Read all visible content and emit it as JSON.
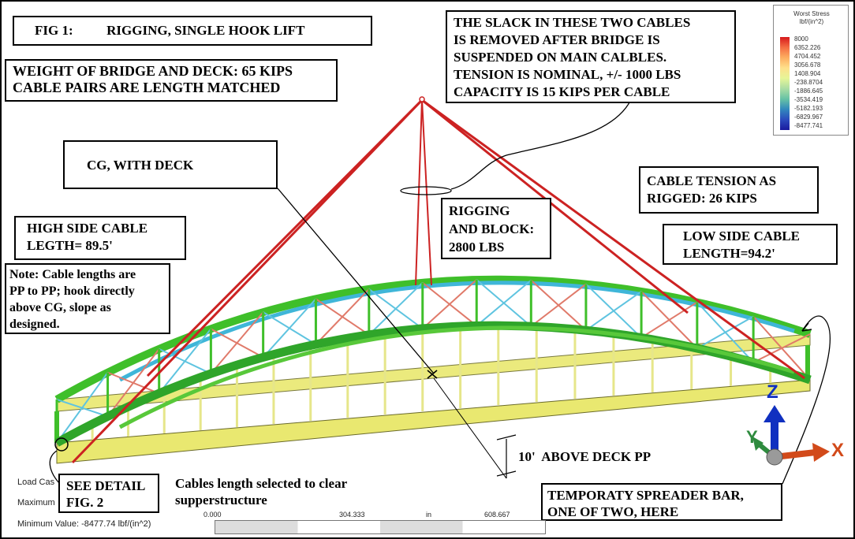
{
  "labels": {
    "fig_title": "FIG 1:          RIGGING, SINGLE HOOK LIFT",
    "weight_note": "WEIGHT OF BRIDGE AND DECK: 65 KIPS\nCABLE PAIRS ARE LENGTH MATCHED",
    "slack_note": "THE SLACK IN THESE TWO CABLES\nIS REMOVED AFTER BRIDGE IS\nSUSPENDED ON MAIN CALBLES.\nTENSION IS NOMINAL, +/- 1000 LBS\nCAPACITY IS 15 KIPS PER CABLE",
    "cg_label": "CG, WITH DECK",
    "cable_tension": "CABLE TENSION AS\nRIGGED: 26 KIPS",
    "rigging_block": "RIGGING\nAND BLOCK:\n2800 LBS",
    "high_side": "HIGH SIDE CABLE\nLEGTH= 89.5'",
    "low_side": "LOW SIDE CABLE\nLENGTH=94.2'",
    "note": "Note: Cable lengths are\nPP to PP; hook directly\nabove CG, slope as\ndesigned.",
    "above_deck": "10'  ABOVE DECK PP",
    "see_detail": "SEE DETAIL\nFIG. 2",
    "cables_length": "Cables length selected to clear\nsupperstructure",
    "spreader": "TEMPORATY SPREADER BAR,\nONE OF TWO, HERE"
  },
  "software": {
    "load_case": "Load Cas",
    "maximum": "Maximum",
    "minimum": "Minimum Value: -8477.74 lbf/(in^2)",
    "scale_ticks": [
      "0.000",
      "304.333",
      "in",
      "608.667"
    ]
  },
  "legend": {
    "title": "Worst Stress",
    "unit": "lbf/(in^2)",
    "values": [
      "8000",
      "6352.226",
      "4704.452",
      "3056.678",
      "1408.904",
      "-238.8704",
      "-1886.645",
      "-3534.419",
      "-5182.193",
      "-6829.967",
      "-8477.741"
    ]
  },
  "axes": {
    "x": "X",
    "y": "Y",
    "z": "Z"
  },
  "colors": {
    "cable": "#cc2222",
    "truss_green": "#3fbf2a",
    "truss_cyan": "#3fb6d8",
    "deck_yellow": "#e9e870",
    "hangers": "#f2f2a0",
    "axis_x": "#d24a1a",
    "axis_y": "#2e8b3e",
    "axis_z": "#1030c0"
  }
}
